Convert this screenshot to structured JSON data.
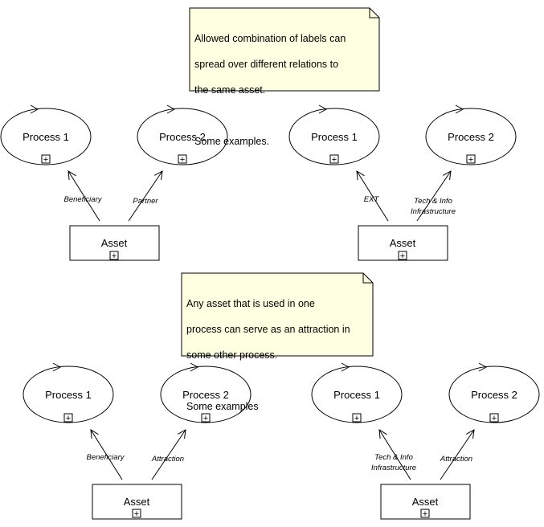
{
  "notes": [
    {
      "lines": [
        "Allowed combination of labels can",
        "spread over different relations to",
        "the same asset.",
        "",
        "Some examples."
      ]
    },
    {
      "lines": [
        "Any asset that is used in one",
        "process can serve as an attraction in",
        "some other process.",
        "",
        "Some examples"
      ]
    }
  ],
  "labels": {
    "process1": "Process 1",
    "process2": "Process 2",
    "asset": "Asset",
    "expand_symbol": "+"
  },
  "groups": [
    {
      "left_relation": "Beneficiary",
      "right_relation": "Partner"
    },
    {
      "left_relation": "EXT",
      "right_relation": "Tech & Info Infrastructure"
    },
    {
      "left_relation": "Beneficiary",
      "right_relation": "Attraction"
    },
    {
      "left_relation": "Tech & Info Infrastructure",
      "right_relation": "Attraction"
    }
  ],
  "colors": {
    "note_fill": "#ffffe1",
    "stroke": "#000000",
    "background": "#ffffff"
  }
}
